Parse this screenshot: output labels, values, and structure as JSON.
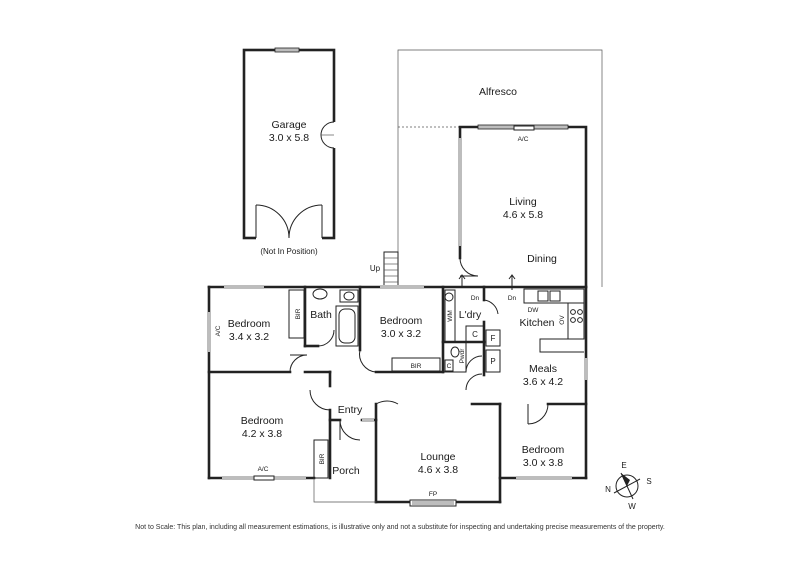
{
  "garage": {
    "name": "Garage",
    "size": "3.0 x 5.8",
    "note": "(Not In Position)"
  },
  "alfresco": {
    "name": "Alfresco"
  },
  "living": {
    "name": "Living",
    "size": "4.6 x 5.8",
    "ac": "A/C"
  },
  "dining": {
    "name": "Dining"
  },
  "kitchen": {
    "name": "Kitchen",
    "dw": "DW",
    "ov": "OV"
  },
  "meals": {
    "name": "Meals",
    "size": "3.6 x 4.2"
  },
  "laundry": {
    "name": "L'dry",
    "wm": "WM"
  },
  "powder": {
    "name": "Pwdr"
  },
  "cupboards": {
    "c1": "C",
    "c2": "C",
    "f": "F",
    "p": "P"
  },
  "bath": {
    "name": "Bath"
  },
  "bedroom_nw": {
    "name": "Bedroom",
    "size": "3.4 x 3.2",
    "ac": "A/C",
    "bir": "BIR"
  },
  "bedroom_mid": {
    "name": "Bedroom",
    "size": "3.0 x 3.2",
    "bir": "BIR"
  },
  "bedroom_sw": {
    "name": "Bedroom",
    "size": "4.2 x 3.8",
    "ac": "A/C",
    "bir": "BIR"
  },
  "bedroom_se": {
    "name": "Bedroom",
    "size": "3.0 x 3.8"
  },
  "entry": {
    "name": "Entry"
  },
  "porch": {
    "name": "Porch"
  },
  "lounge": {
    "name": "Lounge",
    "size": "4.6 x 3.8",
    "fp": "FP"
  },
  "stairs": {
    "up": "Up",
    "dn1": "Dn",
    "dn2": "Dn"
  },
  "compass": {
    "n": "N",
    "e": "E",
    "s": "S",
    "w": "W"
  },
  "footer": {
    "disclaimer": "Not to Scale: This plan, including all measurement estimations, is illustrative only and not a substitute for inspecting and undertaking precise measurements of the property."
  }
}
